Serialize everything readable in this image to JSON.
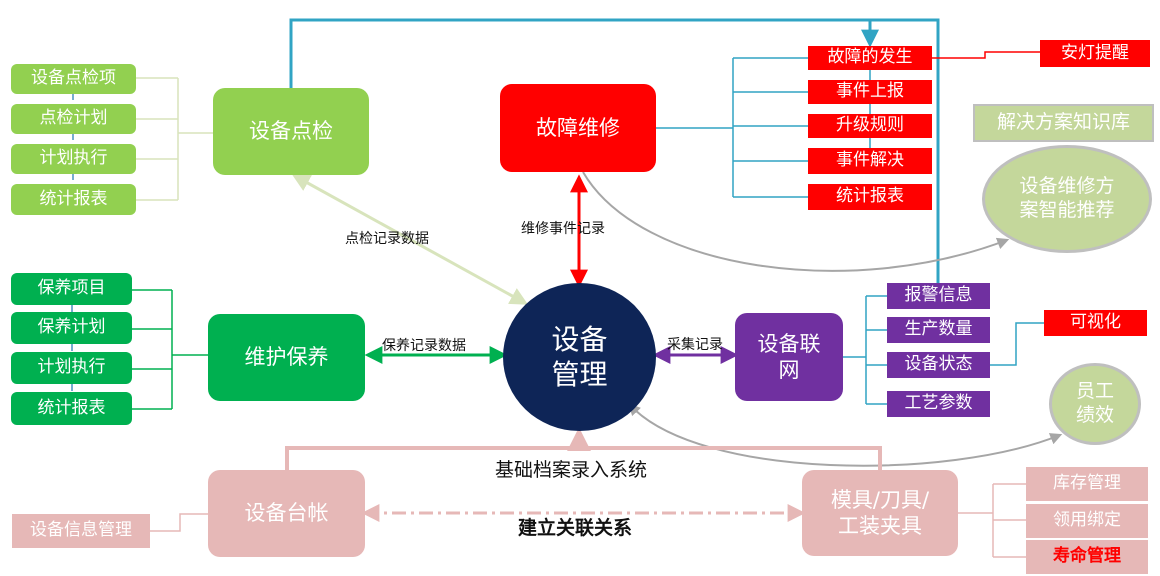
{
  "hub": {
    "label": "设备\n管理"
  },
  "inspection": {
    "title": "设备点检",
    "items": [
      "设备点检项",
      "点检计划",
      "计划执行",
      "统计报表"
    ],
    "link_label": "点检记录数据"
  },
  "fault": {
    "title": "故障维修",
    "items": [
      "故障的发生",
      "事件上报",
      "升级规则",
      "事件解决",
      "统计报表"
    ],
    "link_label": "维修事件记录",
    "alert": "安灯提醒"
  },
  "maintenance": {
    "title": "维护保养",
    "items": [
      "保养项目",
      "保养计划",
      "计划执行",
      "统计报表"
    ],
    "link_label": "保养记录数据"
  },
  "iot": {
    "title": "设备联\n网",
    "items": [
      "报警信息",
      "生产数量",
      "设备状态",
      "工艺参数"
    ],
    "link_label": "采集记录",
    "visual": "可视化"
  },
  "knowledge": {
    "base": "解决方案知识库",
    "recommend": "设备维修方\n案智能推荐"
  },
  "performance": {
    "label": "员工\n绩效"
  },
  "ledger": {
    "title": "设备台帐",
    "info": "设备信息管理"
  },
  "tooling": {
    "title": "模具/刀具/\n工装夹具",
    "items": [
      "库存管理",
      "领用绑定",
      "寿命管理"
    ]
  },
  "foundation": {
    "label": "基础档案录入系统"
  },
  "association": {
    "label": "建立关联关系"
  },
  "colors": {
    "light_green": "#92d050",
    "dark_green": "#00b050",
    "red": "#ff0000",
    "purple": "#7030a0",
    "pink": "#e6b8b7",
    "navy": "#0e2557",
    "teal": "#31a4c4"
  }
}
